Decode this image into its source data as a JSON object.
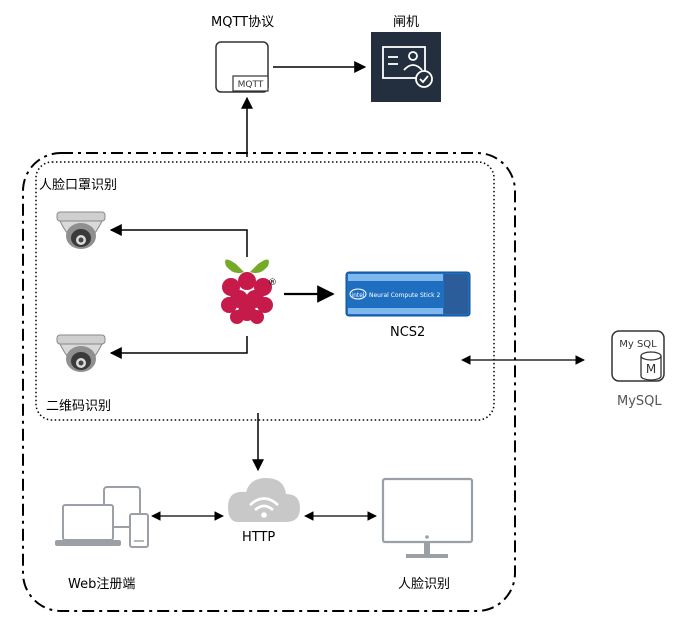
{
  "labels": {
    "mqtt_protocol": "MQTT协议",
    "gate": "闸机",
    "mask_recognition": "人脸口罩识别",
    "qr_recognition": "二维码识别",
    "ncs2": "NCS2",
    "mysql": "MySQL",
    "http": "HTTP",
    "web_register": "Web注册端",
    "face_recognition": "人脸识别"
  },
  "icons": {
    "mqtt_box_text": "MQTT",
    "mysql_db_text": "My SQL",
    "mysql_db_letter": "M",
    "ncs_brand": "intel",
    "ncs_product": "Neural Compute Stick 2",
    "raspberry_mark": "®"
  },
  "colors": {
    "gate_bg": "#232f3e",
    "raspberry_red": "#c51a4a",
    "raspberry_leaf": "#75a928",
    "ncs_blue": "#1f6fc0",
    "device_gray": "#9aa0a6",
    "cloud_gray": "#c8c8c8"
  }
}
